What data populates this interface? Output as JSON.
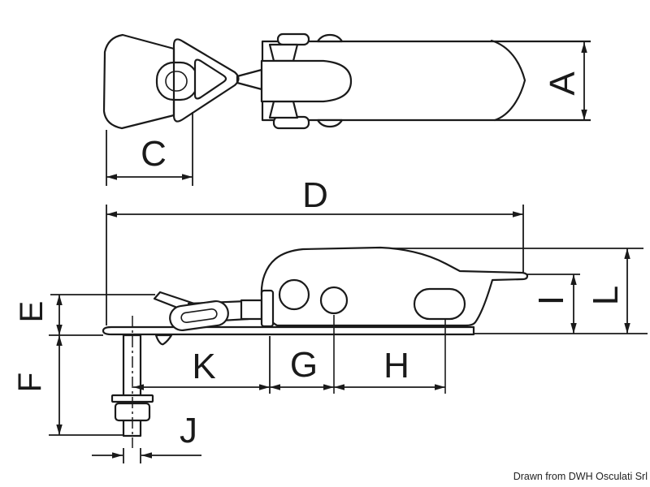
{
  "drawing": {
    "type": "technical dimension diagram of a toggle latch with hook",
    "colors": {
      "ink": "#1a1a1a",
      "background": "#ffffff"
    },
    "dimension_labels": {
      "A": "A",
      "C": "C",
      "D": "D",
      "E": "E",
      "F": "F",
      "G": "G",
      "H": "H",
      "I": "I",
      "J": "J",
      "K": "K",
      "L": "L"
    },
    "credit": "Drawn from DWH Osculati Srl"
  }
}
